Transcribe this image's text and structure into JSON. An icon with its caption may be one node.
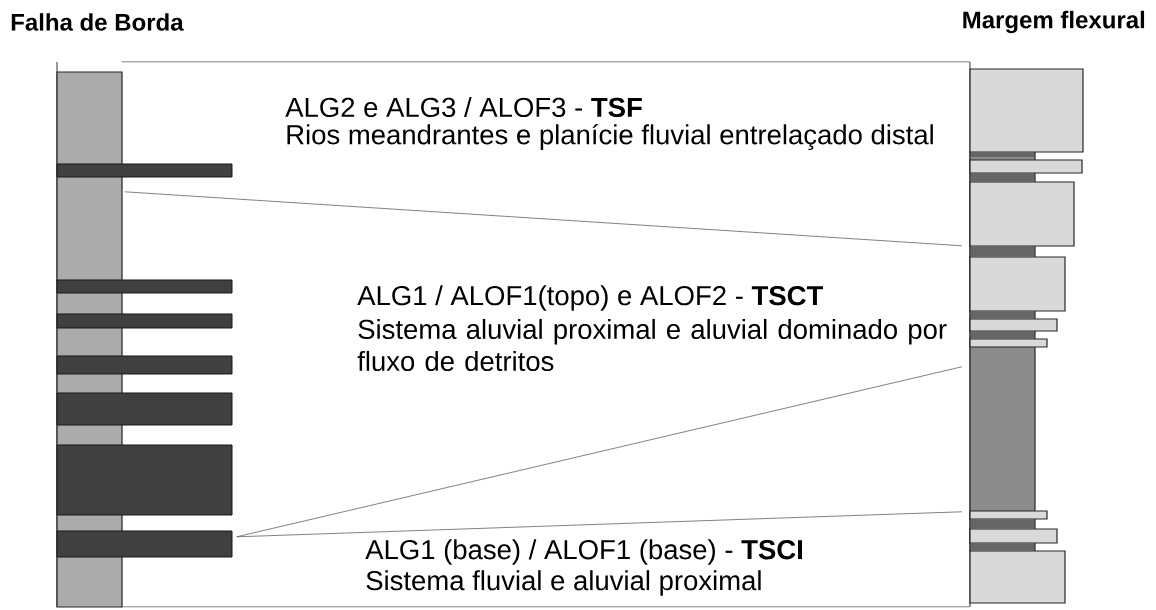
{
  "diagram": {
    "nodes": [
      {
        "text": [
          "Falha de Borda"
        ]
      },
      {
        "text": [
          "Margem flexural"
        ]
      }
    ],
    "edges": [
      {
        "from": 0,
        "to": 1,
        "arrow": "none"
      },
      {
        "from": 0,
        "to": 1,
        "arrow": "none"
      },
      {
        "from": 0,
        "to": 1,
        "arrow": "none"
      },
      {
        "from": 0,
        "to": 1,
        "arrow": "none"
      },
      {
        "from": 0,
        "to": 1,
        "arrow": "none"
      }
    ],
    "labels": [
      "ALG2 e ALG3 / ALOF3 - **TSF**",
      "Rios meandrantes e planície fluvial entrelaçado distal",
      "ALG1 / ALOF1(topo) e ALOF2 - **TSCT**",
      "Sistema aluvial proximal e aluvial dominado por fluxo de detritos",
      "ALG1 (base) / ALOF1 (base) - **TSCI**",
      "Sistema fluvial e aluvial proximal"
    ]
  }
}
